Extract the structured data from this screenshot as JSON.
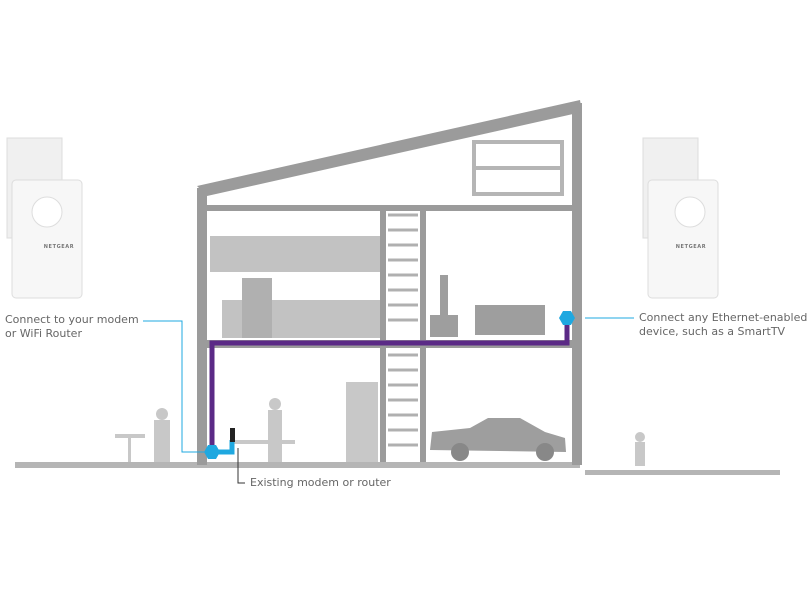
{
  "labels": {
    "left_line1": "Connect to your modem",
    "left_line2": "or WiFi Router",
    "right_line1": "Connect any Ethernet-enabled",
    "right_line2": "device, such as a SmartTV",
    "bottom": "Existing modem or router"
  },
  "adapter_brand": "NETGEAR",
  "colors": {
    "powerline": "#5b2a86",
    "ethernet": "#1fa8e0",
    "structure": "#9b9b9b"
  }
}
